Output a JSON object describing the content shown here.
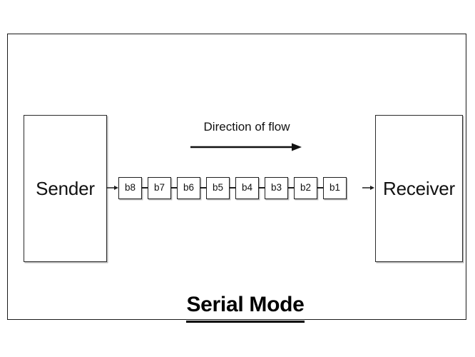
{
  "diagram": {
    "title": "Serial Mode",
    "frame": {
      "border_color": "#1a1a1a"
    },
    "sender": {
      "label": "Sender"
    },
    "receiver": {
      "label": "Receiver"
    },
    "flow": {
      "label": "Direction of flow",
      "arrow_direction": "right",
      "arrow_icon": "long-right-arrow-icon"
    },
    "connector_in_icon": "right-arrow-icon",
    "connector_out_icon": "right-arrow-icon",
    "bits": [
      {
        "label": "b8"
      },
      {
        "label": "b7"
      },
      {
        "label": "b6"
      },
      {
        "label": "b5"
      },
      {
        "label": "b4"
      },
      {
        "label": "b3"
      },
      {
        "label": "b2"
      },
      {
        "label": "b1"
      }
    ],
    "colors": {
      "line": "#1f1f1f",
      "text": "#111111",
      "background": "#ffffff",
      "shadow": "#8c8c8c"
    }
  }
}
